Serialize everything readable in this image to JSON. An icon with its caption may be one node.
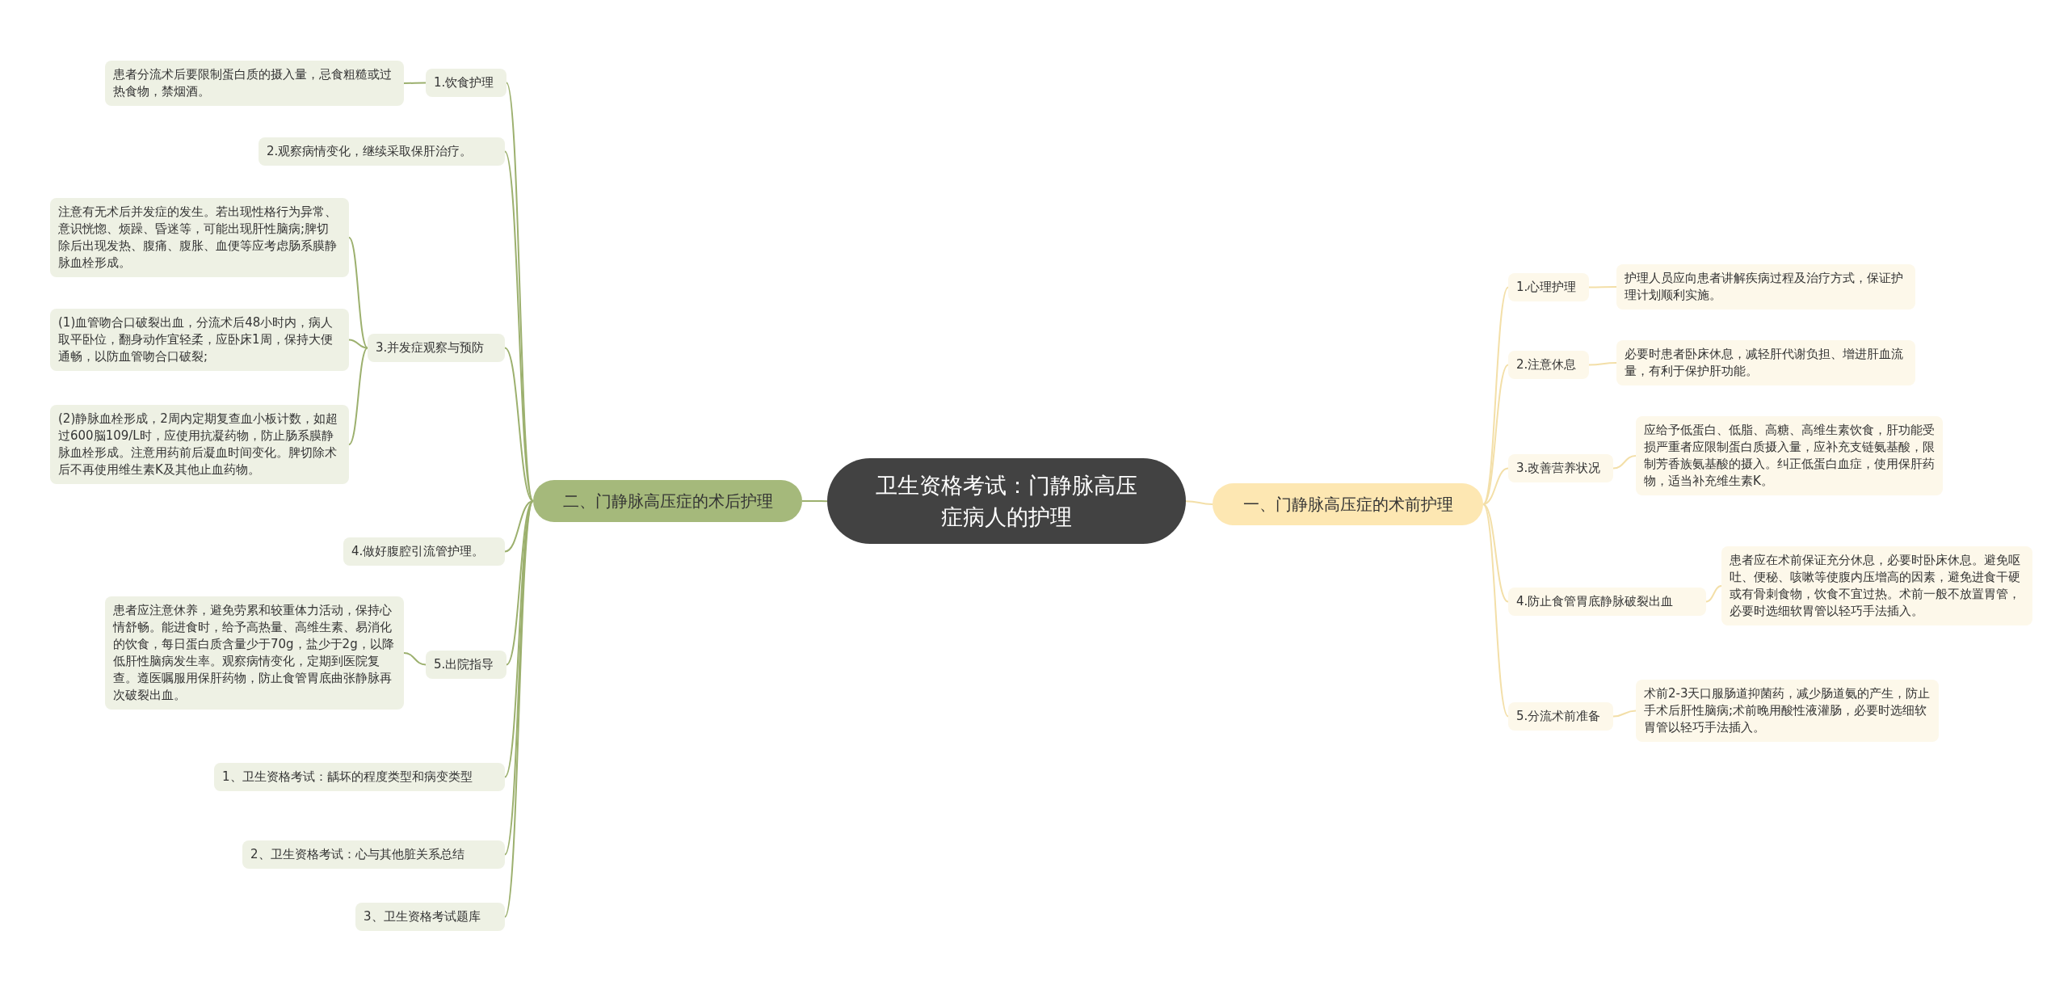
{
  "diagram": {
    "nodes": [
      {
        "text": [
          "卫生资格考试：门静脉高压症病人的护理"
        ]
      },
      {
        "text": [
          "一、门静脉高压症的术前护理"
        ]
      },
      {
        "text": [
          "1.心理护理"
        ]
      },
      {
        "text": [
          "护理人员应向患者讲解疾病过程及治疗方式，保证护理计划顺利实施。"
        ]
      },
      {
        "text": [
          "2.注意休息"
        ]
      },
      {
        "text": [
          "必要时患者卧床休息，减轻肝代谢负担、增进肝血流量，有利于保护肝功能。"
        ]
      },
      {
        "text": [
          "3.改善营养状况"
        ]
      },
      {
        "text": [
          "应给予低蛋白、低脂、高糖、高维生素饮食，肝功能受损严重者应限制蛋白质摄入量，应补充支链氨基酸，限制芳香族氨基酸的摄入。纠正低蛋白血症，使用保肝药物，适当补充维生素K。"
        ]
      },
      {
        "text": [
          "4.防止食管胃底静脉破裂出血"
        ]
      },
      {
        "text": [
          "患者应在术前保证充分休息，必要时卧床休息。避免呕吐、便秘、咳嗽等使腹内压增高的因素，避免进食干硬或有骨刺食物，饮食不宜过热。术前一般不放置胃管，必要时选细软胃管以轻巧手法插入。"
        ]
      },
      {
        "text": [
          "5.分流术前准备"
        ]
      },
      {
        "text": [
          "术前2-3天口服肠道抑菌药，减少肠道氨的产生，防止手术后肝性脑病;术前晚用酸性液灌肠，必要时选细软胃管以轻巧手法插入。"
        ]
      },
      {
        "text": [
          "二、门静脉高压症的术后护理"
        ]
      },
      {
        "text": [
          "1.饮食护理"
        ]
      },
      {
        "text": [
          "患者分流术后要限制蛋白质的摄入量，忌食粗糙或过热食物，禁烟酒。"
        ]
      },
      {
        "text": [
          "2.观察病情变化，继续采取保肝治疗。"
        ]
      },
      {
        "text": [
          "3.并发症观察与预防"
        ]
      },
      {
        "text": [
          "注意有无术后并发症的发生。若出现性格行为异常、意识恍惚、烦躁、昏迷等，可能出现肝性脑病;脾切除后出现发热、腹痛、腹胀、血便等应考虑肠系膜静脉血栓形成。"
        ]
      },
      {
        "text": [
          "(1)血管吻合口破裂出血，分流术后48小时内，病人取平卧位，翻身动作宜轻柔，应卧床1周，保持大便通畅，以防血管吻合口破裂;"
        ]
      },
      {
        "text": [
          "(2)静脉血栓形成，2周内定期复查血小板计数，如超过600脳109/L时，应使用抗凝药物，防止肠系膜静脉血栓形成。注意用药前后凝血时间变化。脾切除术后不再使用维生素K及其他止血药物。"
        ]
      },
      {
        "text": [
          "4.做好腹腔引流管护理。"
        ]
      },
      {
        "text": [
          "5.出院指导"
        ]
      },
      {
        "text": [
          "患者应注意休养，避免劳累和较重体力活动，保持心情舒畅。能进食时，给予高热量、高维生素、易消化的饮食，每日蛋白质含量少于70g，盐少于2g，以降低肝性脑病发生率。观察病情变化，定期到医院复查。遵医嘱服用保肝药物，防止食管胃底曲张静脉再次破裂出血。"
        ]
      },
      {
        "text": [
          "1、卫生资格考试：龋坏的程度类型和病变类型"
        ]
      },
      {
        "text": [
          "2、卫生资格考试：心与其他脏关系总结"
        ]
      },
      {
        "text": [
          "3、卫生资格考试题库"
        ]
      }
    ],
    "edges": [
      {
        "from": 0,
        "to": 1,
        "arrow": "none",
        "color": "#f3dfa8"
      },
      {
        "from": 1,
        "to": 2,
        "arrow": "none",
        "color": "#f3dfa8"
      },
      {
        "from": 2,
        "to": 3,
        "arrow": "none",
        "color": "#f3dfa8"
      },
      {
        "from": 1,
        "to": 4,
        "arrow": "none",
        "color": "#f3dfa8"
      },
      {
        "from": 4,
        "to": 5,
        "arrow": "none",
        "color": "#f3dfa8"
      },
      {
        "from": 1,
        "to": 6,
        "arrow": "none",
        "color": "#f3dfa8"
      },
      {
        "from": 6,
        "to": 7,
        "arrow": "none",
        "color": "#f3dfa8"
      },
      {
        "from": 1,
        "to": 8,
        "arrow": "none",
        "color": "#f3dfa8"
      },
      {
        "from": 8,
        "to": 9,
        "arrow": "none",
        "color": "#f3dfa8"
      },
      {
        "from": 1,
        "to": 10,
        "arrow": "none",
        "color": "#f3dfa8"
      },
      {
        "from": 10,
        "to": 11,
        "arrow": "none",
        "color": "#f3dfa8"
      },
      {
        "from": 0,
        "to": 12,
        "arrow": "none"
      },
      {
        "from": 12,
        "to": 13,
        "arrow": "none"
      },
      {
        "from": 13,
        "to": 14,
        "arrow": "none"
      },
      {
        "from": 12,
        "to": 15,
        "arrow": "none"
      },
      {
        "from": 12,
        "to": 16,
        "arrow": "none"
      },
      {
        "from": 16,
        "to": 17,
        "arrow": "none"
      },
      {
        "from": 16,
        "to": 18,
        "arrow": "none"
      },
      {
        "from": 16,
        "to": 19,
        "arrow": "none"
      },
      {
        "from": 12,
        "to": 20,
        "arrow": "none"
      },
      {
        "from": 12,
        "to": 21,
        "arrow": "none"
      },
      {
        "from": 21,
        "to": 22,
        "arrow": "none"
      },
      {
        "from": 12,
        "to": 23,
        "arrow": "none"
      },
      {
        "from": 12,
        "to": 24,
        "arrow": "none"
      },
      {
        "from": 12,
        "to": 25,
        "arrow": "none"
      }
    ]
  }
}
